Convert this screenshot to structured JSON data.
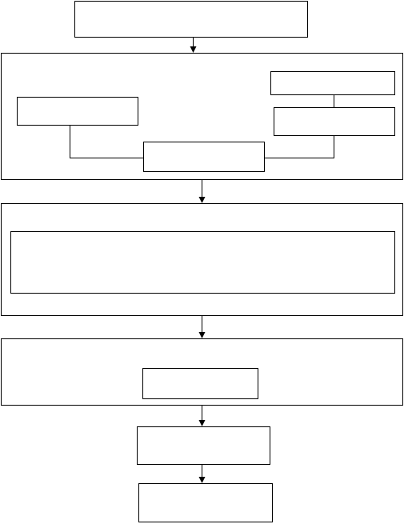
{
  "diagram": {
    "type": "flowchart",
    "colors": {
      "stroke": "#000000",
      "fill": "#ffffff"
    },
    "nodes": [
      {
        "id": "top-box",
        "label": ""
      },
      {
        "id": "group-1",
        "label": ""
      },
      {
        "id": "group-1-left-box",
        "label": ""
      },
      {
        "id": "group-1-right-top-box",
        "label": ""
      },
      {
        "id": "group-1-right-bottom-box",
        "label": ""
      },
      {
        "id": "group-1-center-box",
        "label": ""
      },
      {
        "id": "group-2",
        "label": ""
      },
      {
        "id": "group-2-inner-box",
        "label": ""
      },
      {
        "id": "group-3",
        "label": ""
      },
      {
        "id": "group-3-inner-box",
        "label": ""
      },
      {
        "id": "step-box-1",
        "label": ""
      },
      {
        "id": "step-box-2",
        "label": ""
      }
    ],
    "edges": [
      {
        "from": "top-box",
        "to": "group-1",
        "arrow": true
      },
      {
        "from": "group-1-left-box",
        "to": "group-1-center-box",
        "arrow": false
      },
      {
        "from": "group-1-right-top-box",
        "to": "group-1-right-bottom-box",
        "arrow": false
      },
      {
        "from": "group-1-right-bottom-box",
        "to": "group-1-center-box",
        "arrow": false
      },
      {
        "from": "group-1",
        "to": "group-2",
        "arrow": true
      },
      {
        "from": "group-2",
        "to": "group-3",
        "arrow": true
      },
      {
        "from": "group-3",
        "to": "step-box-1",
        "arrow": true
      },
      {
        "from": "step-box-1",
        "to": "step-box-2",
        "arrow": true
      }
    ]
  }
}
